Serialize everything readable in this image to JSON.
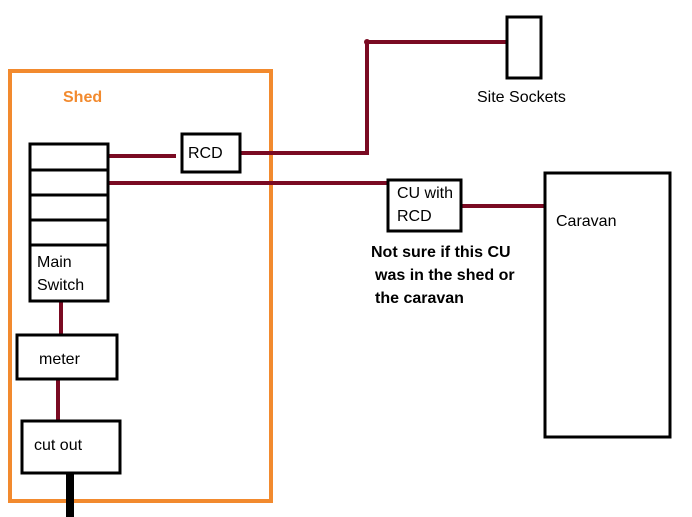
{
  "colors": {
    "shed_outline": "#f28a2e",
    "wire": "#7a0a22",
    "supply_cable": "#000000",
    "box_outline": "#000000"
  },
  "labels": {
    "shed": "Shed",
    "rcd": "RCD",
    "cu_with_rcd_line1": "CU with",
    "cu_with_rcd_line2": "RCD",
    "site_sockets": "Site Sockets",
    "caravan": "Caravan",
    "main_switch_line1": "Main",
    "main_switch_line2": "Switch",
    "meter": "meter",
    "cut_out": "cut out",
    "note_line1": "Not sure if this CU",
    "note_line2": "was in the shed or",
    "note_line3": "the caravan"
  }
}
